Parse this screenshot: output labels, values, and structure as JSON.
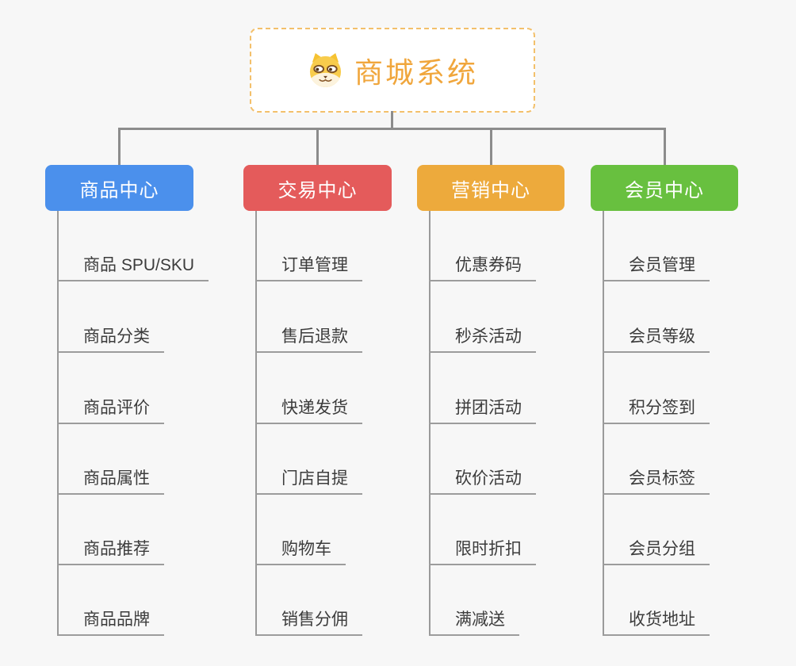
{
  "root": {
    "title": "商城系统",
    "icon": "doge-icon",
    "accent_color": "#f0a63c",
    "border_color": "#f3c06b"
  },
  "connector_color": "#8c8c8c",
  "branches": [
    {
      "label": "商品中心",
      "color": "#4b90ec",
      "items": [
        "商品 SPU/SKU",
        "商品分类",
        "商品评价",
        "商品属性",
        "商品推荐",
        "商品品牌"
      ]
    },
    {
      "label": "交易中心",
      "color": "#e45b5b",
      "items": [
        "订单管理",
        "售后退款",
        "快递发货",
        "门店自提",
        "购物车",
        "销售分佣"
      ]
    },
    {
      "label": "营销中心",
      "color": "#edaa3c",
      "items": [
        "优惠券码",
        "秒杀活动",
        "拼团活动",
        "砍价活动",
        "限时折扣",
        "满减送"
      ]
    },
    {
      "label": "会员中心",
      "color": "#68c03f",
      "items": [
        "会员管理",
        "会员等级",
        "积分签到",
        "会员标签",
        "会员分组",
        "收货地址"
      ]
    }
  ]
}
